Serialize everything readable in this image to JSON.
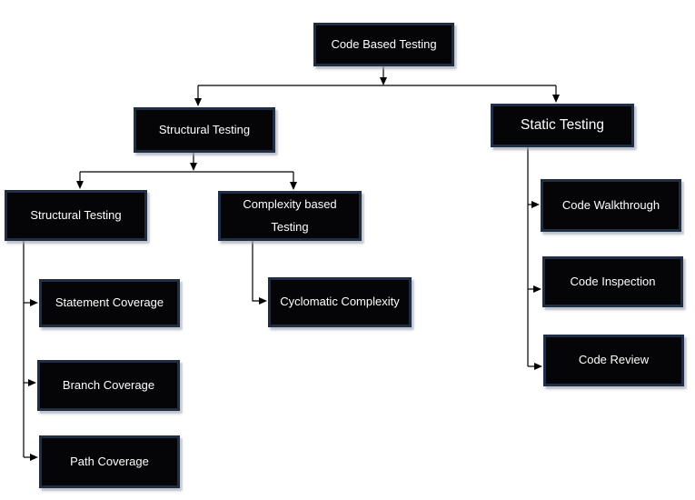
{
  "diagram": {
    "type": "hierarchy-flowchart",
    "nodes": {
      "code_based_testing": {
        "label": "Code Based Testing"
      },
      "structural_testing": {
        "label": "Structural Testing"
      },
      "static_testing": {
        "label": "Static Testing"
      },
      "structural_testing_sub": {
        "label": "Structural Testing"
      },
      "complexity_based_testing": {
        "label": "Complexity based Testing"
      },
      "statement_coverage": {
        "label": "Statement Coverage"
      },
      "branch_coverage": {
        "label": "Branch Coverage"
      },
      "path_coverage": {
        "label": "Path Coverage"
      },
      "cyclomatic_complexity": {
        "label": "Cyclomatic Complexity"
      },
      "code_walkthrough": {
        "label": "Code Walkthrough"
      },
      "code_inspection": {
        "label": "Code Inspection"
      },
      "code_review": {
        "label": "Code Review"
      }
    },
    "edges": [
      {
        "from": "Code Based Testing",
        "to": "Structural Testing"
      },
      {
        "from": "Code Based Testing",
        "to": "Static Testing"
      },
      {
        "from": "Structural Testing",
        "to": "Structural Testing (sub)"
      },
      {
        "from": "Structural Testing",
        "to": "Complexity based Testing"
      },
      {
        "from": "Structural Testing (sub)",
        "to": "Statement Coverage"
      },
      {
        "from": "Structural Testing (sub)",
        "to": "Branch Coverage"
      },
      {
        "from": "Structural Testing (sub)",
        "to": "Path Coverage"
      },
      {
        "from": "Complexity based Testing",
        "to": "Cyclomatic Complexity"
      },
      {
        "from": "Static Testing",
        "to": "Code Walkthrough"
      },
      {
        "from": "Static Testing",
        "to": "Code Inspection"
      },
      {
        "from": "Static Testing",
        "to": "Code Review"
      }
    ],
    "colors": {
      "background": "#ffffff",
      "node_fill": "#050507",
      "node_border": "#1f2e44",
      "node_text": "#ffffff",
      "connector": "#000000"
    }
  }
}
